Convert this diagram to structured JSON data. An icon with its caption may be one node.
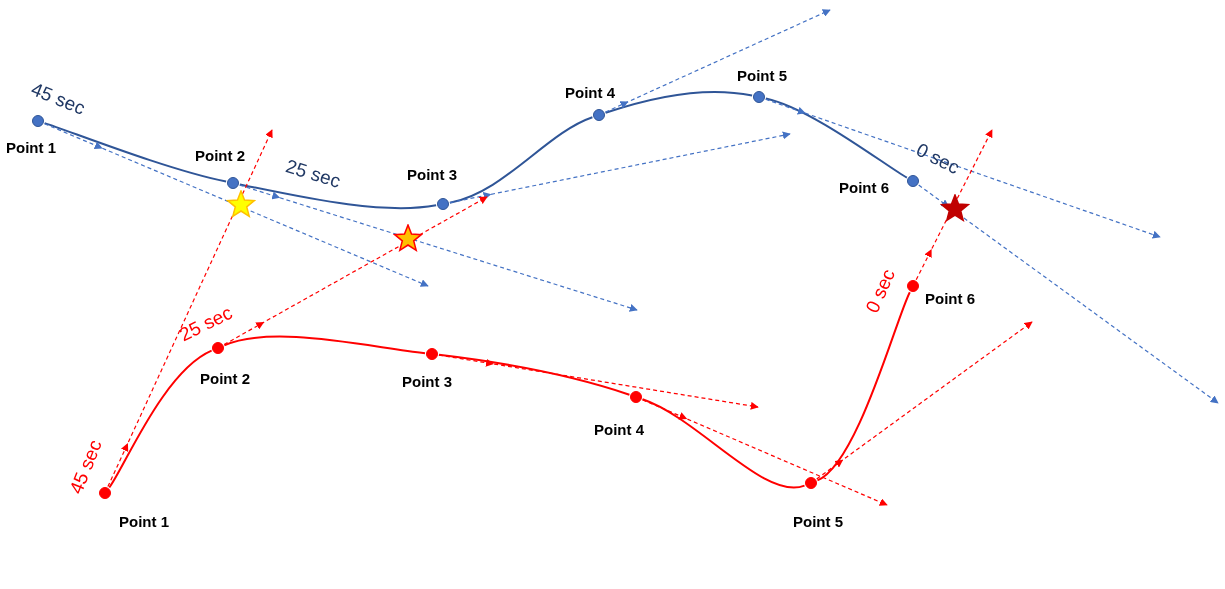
{
  "diagram": {
    "nodes": [
      {
        "text": [],
        "shape": "circle",
        "beside": [
          "Point 1"
        ]
      },
      {
        "text": [],
        "shape": "circle",
        "beside": [
          "Point 2"
        ]
      },
      {
        "text": [],
        "shape": "circle",
        "beside": [
          "Point 3"
        ]
      },
      {
        "text": [],
        "shape": "circle",
        "beside": [
          "Point 4"
        ]
      },
      {
        "text": [],
        "shape": "circle",
        "beside": [
          "Point 5"
        ]
      },
      {
        "text": [],
        "shape": "circle",
        "beside": [
          "Point 6"
        ]
      },
      {
        "text": [],
        "shape": "star"
      },
      {
        "text": [],
        "shape": "star"
      },
      {
        "text": [],
        "shape": "star"
      },
      {
        "text": [],
        "shape": "circle",
        "beside": [
          "Point 1"
        ]
      },
      {
        "text": [],
        "shape": "circle",
        "beside": [
          "Point 2"
        ]
      },
      {
        "text": [],
        "shape": "circle",
        "beside": [
          "Point 3"
        ]
      },
      {
        "text": [],
        "shape": "circle",
        "beside": [
          "Point 4"
        ]
      },
      {
        "text": [],
        "shape": "circle",
        "beside": [
          "Point 5"
        ]
      },
      {
        "text": [],
        "shape": "circle",
        "beside": [
          "Point 6"
        ]
      }
    ],
    "edges": [
      {
        "from": 0,
        "to": 1,
        "arrow": "none",
        "color": "#2f5597"
      },
      {
        "from": 1,
        "to": 2,
        "arrow": "none",
        "color": "#2f5597"
      },
      {
        "from": 2,
        "to": 3,
        "arrow": "none",
        "color": "#2f5597"
      },
      {
        "from": 3,
        "to": 4,
        "arrow": "none",
        "color": "#2f5597"
      },
      {
        "from": 4,
        "to": 5,
        "arrow": "none",
        "color": "#2f5597"
      },
      {
        "from": 0,
        "to": null,
        "arrow": "to",
        "style": "dashed",
        "color": "#4472c4"
      },
      {
        "from": 1,
        "to": null,
        "arrow": "to",
        "style": "dashed",
        "color": "#4472c4"
      },
      {
        "from": 2,
        "to": null,
        "arrow": "to",
        "style": "dashed",
        "color": "#4472c4"
      },
      {
        "from": 3,
        "to": null,
        "arrow": "to",
        "style": "dashed",
        "color": "#4472c4"
      },
      {
        "from": 4,
        "to": null,
        "arrow": "to",
        "style": "dashed",
        "color": "#4472c4"
      },
      {
        "from": 5,
        "to": null,
        "arrow": "to",
        "style": "dashed",
        "color": "#4472c4"
      },
      {
        "from": 9,
        "to": 10,
        "arrow": "none",
        "color": "#ff0000"
      },
      {
        "from": 10,
        "to": 11,
        "arrow": "none",
        "color": "#ff0000"
      },
      {
        "from": 11,
        "to": 12,
        "arrow": "none",
        "color": "#ff0000"
      },
      {
        "from": 12,
        "to": 13,
        "arrow": "none",
        "color": "#ff0000"
      },
      {
        "from": 13,
        "to": 14,
        "arrow": "none",
        "color": "#ff0000"
      },
      {
        "from": 9,
        "to": null,
        "arrow": "to",
        "style": "dashed",
        "color": "#ff0000"
      },
      {
        "from": 10,
        "to": null,
        "arrow": "to",
        "style": "dashed",
        "color": "#ff0000"
      },
      {
        "from": 11,
        "to": null,
        "arrow": "to",
        "style": "dashed",
        "color": "#ff0000"
      },
      {
        "from": 12,
        "to": null,
        "arrow": "to",
        "style": "dashed",
        "color": "#ff0000"
      },
      {
        "from": 13,
        "to": null,
        "arrow": "to",
        "style": "dashed",
        "color": "#ff0000"
      },
      {
        "from": 14,
        "to": null,
        "arrow": "to",
        "style": "dashed",
        "color": "#ff0000"
      }
    ],
    "labels": [
      "45 sec",
      "25 sec",
      "0 sec",
      "25 sec",
      "0 sec",
      "45 sec"
    ]
  }
}
